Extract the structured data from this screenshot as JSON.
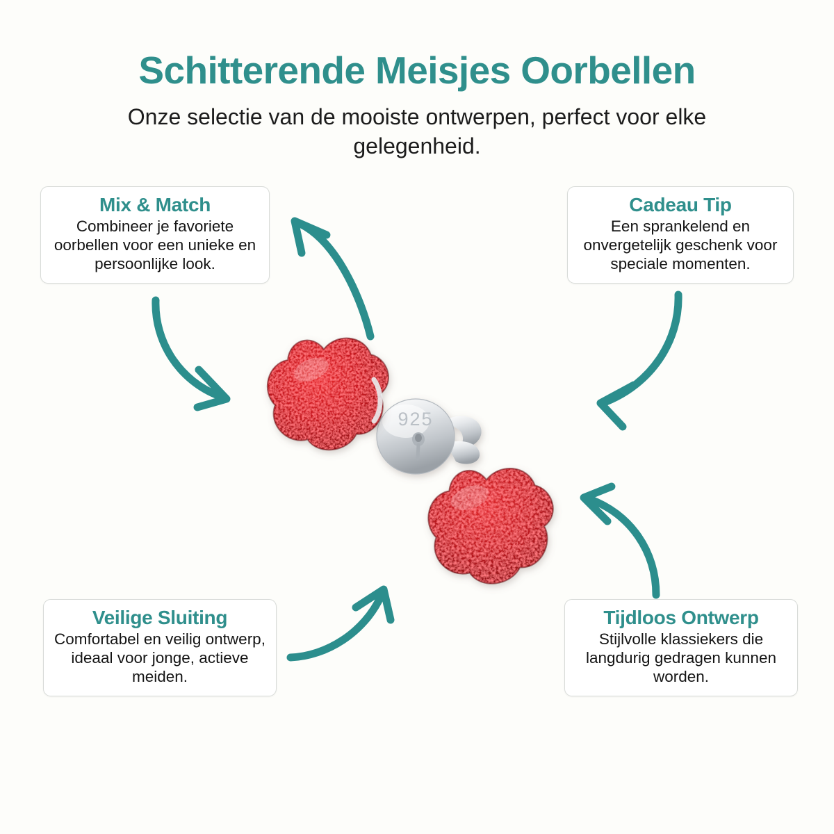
{
  "header": {
    "title": "Schitterende Meisjes Oorbellen",
    "subtitle": "Onze selectie van de mooiste ontwerpen, perfect voor elke gelegenheid."
  },
  "theme": {
    "accent_teal": "#2f8f8c",
    "arrow_teal": "#2c8e8d",
    "background": "#fdfdfa",
    "card_background": "#ffffff",
    "card_border": "#d8dbd8",
    "body_text": "#141414",
    "enamel_red": "#c01a20",
    "enamel_red_light": "#e8262b",
    "silver": "#d9dcdf"
  },
  "callouts": [
    {
      "id": "mix-match",
      "title": "Mix & Match",
      "body": "Combineer je favoriete oorbellen voor een unieke en persoonlijke look."
    },
    {
      "id": "cadeau-tip",
      "title": "Cadeau Tip",
      "body": "Een sprankelend en onvergetelijk geschenk voor speciale momenten."
    },
    {
      "id": "veilige-sluiting",
      "title": "Veilige Sluiting",
      "body": "Comfortabel en veilig ontwerp, ideaal voor jonge, actieve meiden."
    },
    {
      "id": "tijdloos-ontwerp",
      "title": "Tijdloos Ontwerp",
      "body": "Stijlvolle klassiekers die langdurig gedragen kunnen worden."
    }
  ],
  "product": {
    "hallmark": "925",
    "description": "Paar rode glitter bloem oorknopjes met zilveren vlindersluiting"
  },
  "arrows": [
    {
      "id": "arrow-to-mix-match",
      "from": "product",
      "to": "mix-match",
      "direction": "up-left"
    },
    {
      "id": "arrow-mix-match-to-product",
      "from": "mix-match",
      "to": "product",
      "direction": "down-right"
    },
    {
      "id": "arrow-cadeau-tip-to-product",
      "from": "cadeau-tip",
      "to": "product",
      "direction": "down-left"
    },
    {
      "id": "arrow-veilige-to-product",
      "from": "veilige-sluiting",
      "to": "product",
      "direction": "up-right"
    },
    {
      "id": "arrow-tijdloos-to-product",
      "from": "tijdloos-ontwerp",
      "to": "product",
      "direction": "up-left"
    }
  ]
}
